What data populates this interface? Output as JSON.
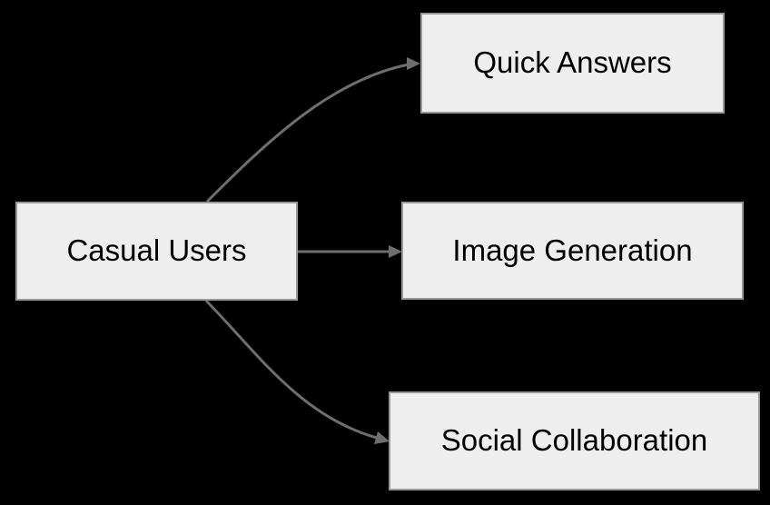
{
  "diagram": {
    "type": "flowchart",
    "background_color": "#000000",
    "node_fill_color": "#eeeeee",
    "node_border_color": "#999999",
    "node_text_color": "#000000",
    "edge_color": "#6e6e6e",
    "nodes": {
      "casual_users": {
        "label": "Casual Users"
      },
      "quick_answers": {
        "label": "Quick Answers"
      },
      "image_generation": {
        "label": "Image Generation"
      },
      "social_collaboration": {
        "label": "Social Collaboration"
      }
    },
    "edges": [
      {
        "from": "Casual Users",
        "to": "Quick Answers",
        "style": "curved-up"
      },
      {
        "from": "Casual Users",
        "to": "Image Generation",
        "style": "straight"
      },
      {
        "from": "Casual Users",
        "to": "Social Collaboration",
        "style": "curved-down"
      }
    ]
  }
}
